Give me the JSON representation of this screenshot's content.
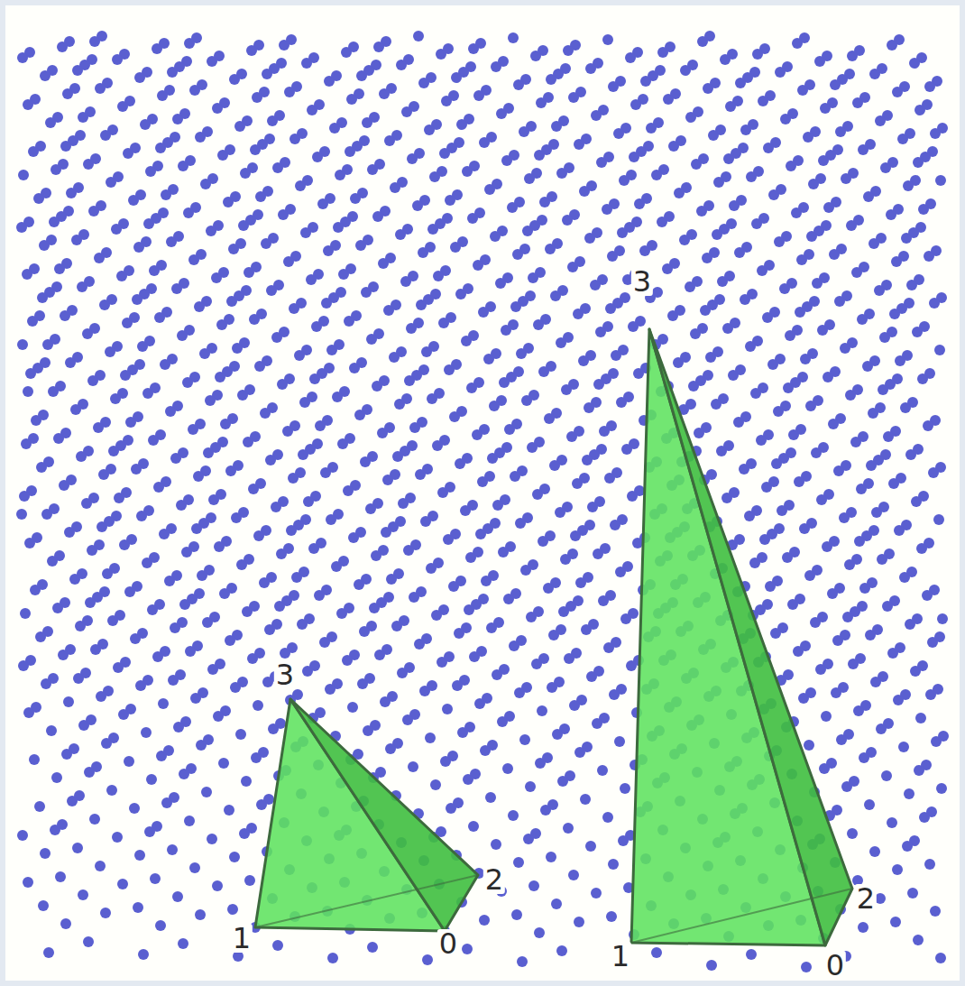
{
  "diagram": {
    "labels": [
      "3",
      "2",
      "1",
      "0",
      "3",
      "2",
      "1",
      "0"
    ]
  }
}
